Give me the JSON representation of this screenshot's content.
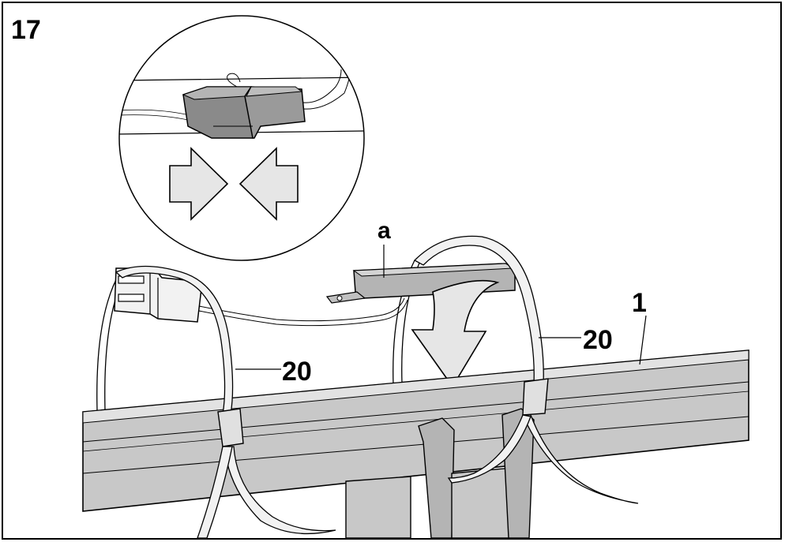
{
  "figure": {
    "step_number": "17",
    "callouts": {
      "bracket": "a",
      "rail": "1",
      "tie_right": "20",
      "tie_left": "20"
    }
  },
  "colors": {
    "outline": "#000000",
    "rail_fill": "#c8c8c8",
    "part_fill": "#b4b4b4",
    "dark_part": "#8a8a8a",
    "arrow_fill": "#e6e6e6",
    "tie_fill": "#f2f2f2",
    "background": "#ffffff"
  }
}
